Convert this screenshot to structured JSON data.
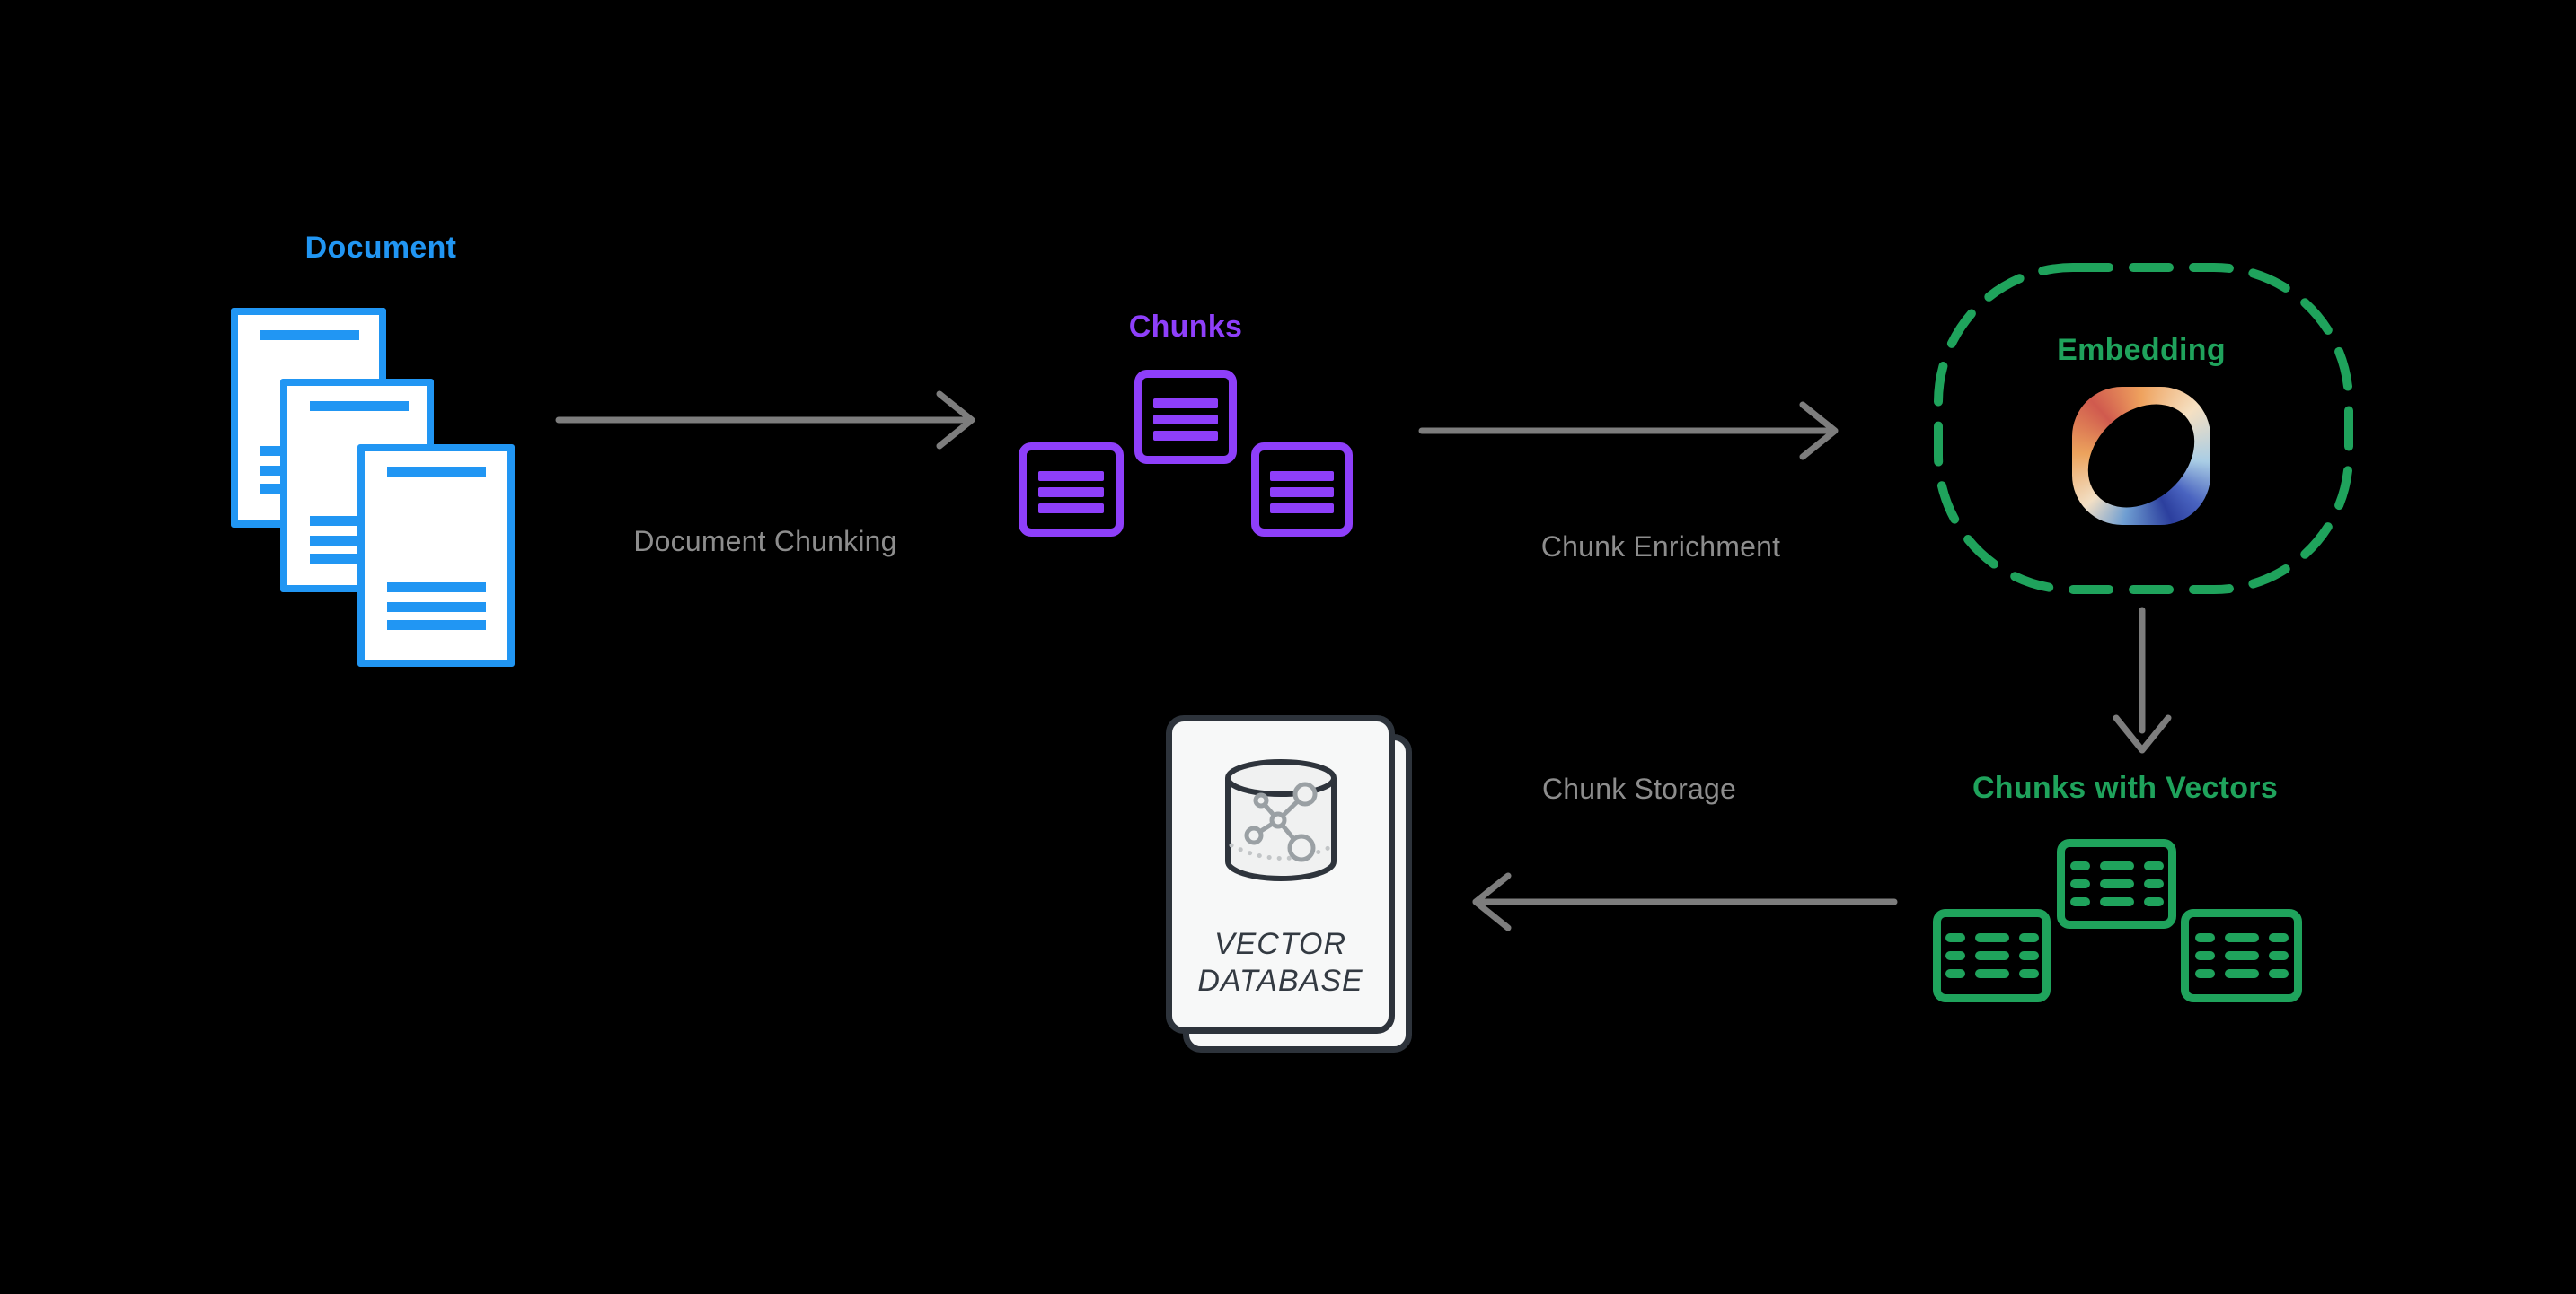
{
  "palette": {
    "background": "#000000",
    "document_blue": "#2196f3",
    "chunk_purple": "#8e3ffa",
    "vector_green": "#1fa35c",
    "arrow_gray": "#7d7d7d",
    "edge_label_gray": "#8d8d8d",
    "card_fill": "#f7f8f8",
    "card_border": "#2d333b",
    "card_text": "#333a42"
  },
  "nodes": {
    "document": {
      "label": "Document"
    },
    "chunks": {
      "label": "Chunks"
    },
    "embedding": {
      "label": "Embedding"
    },
    "chunks_with_vectors": {
      "label": "Chunks with Vectors"
    },
    "vector_database": {
      "label_line1": "VECTOR",
      "label_line2": "DATABASE"
    }
  },
  "edges": {
    "document_chunking": {
      "label": "Document Chunking"
    },
    "chunk_enrichment": {
      "label": "Chunk Enrichment"
    },
    "chunk_storage": {
      "label": "Chunk Storage"
    }
  },
  "icons": {
    "document_stack": "three stacked blue outlined pages with text lines",
    "chunk": "purple rounded square with three text bars",
    "embedding_logo": "gradient squircle ring (red-orange-cream-blue)",
    "vector_chunk": "green rounded box with 3x3 dashed table",
    "database": "cylinder with network graph nodes"
  }
}
